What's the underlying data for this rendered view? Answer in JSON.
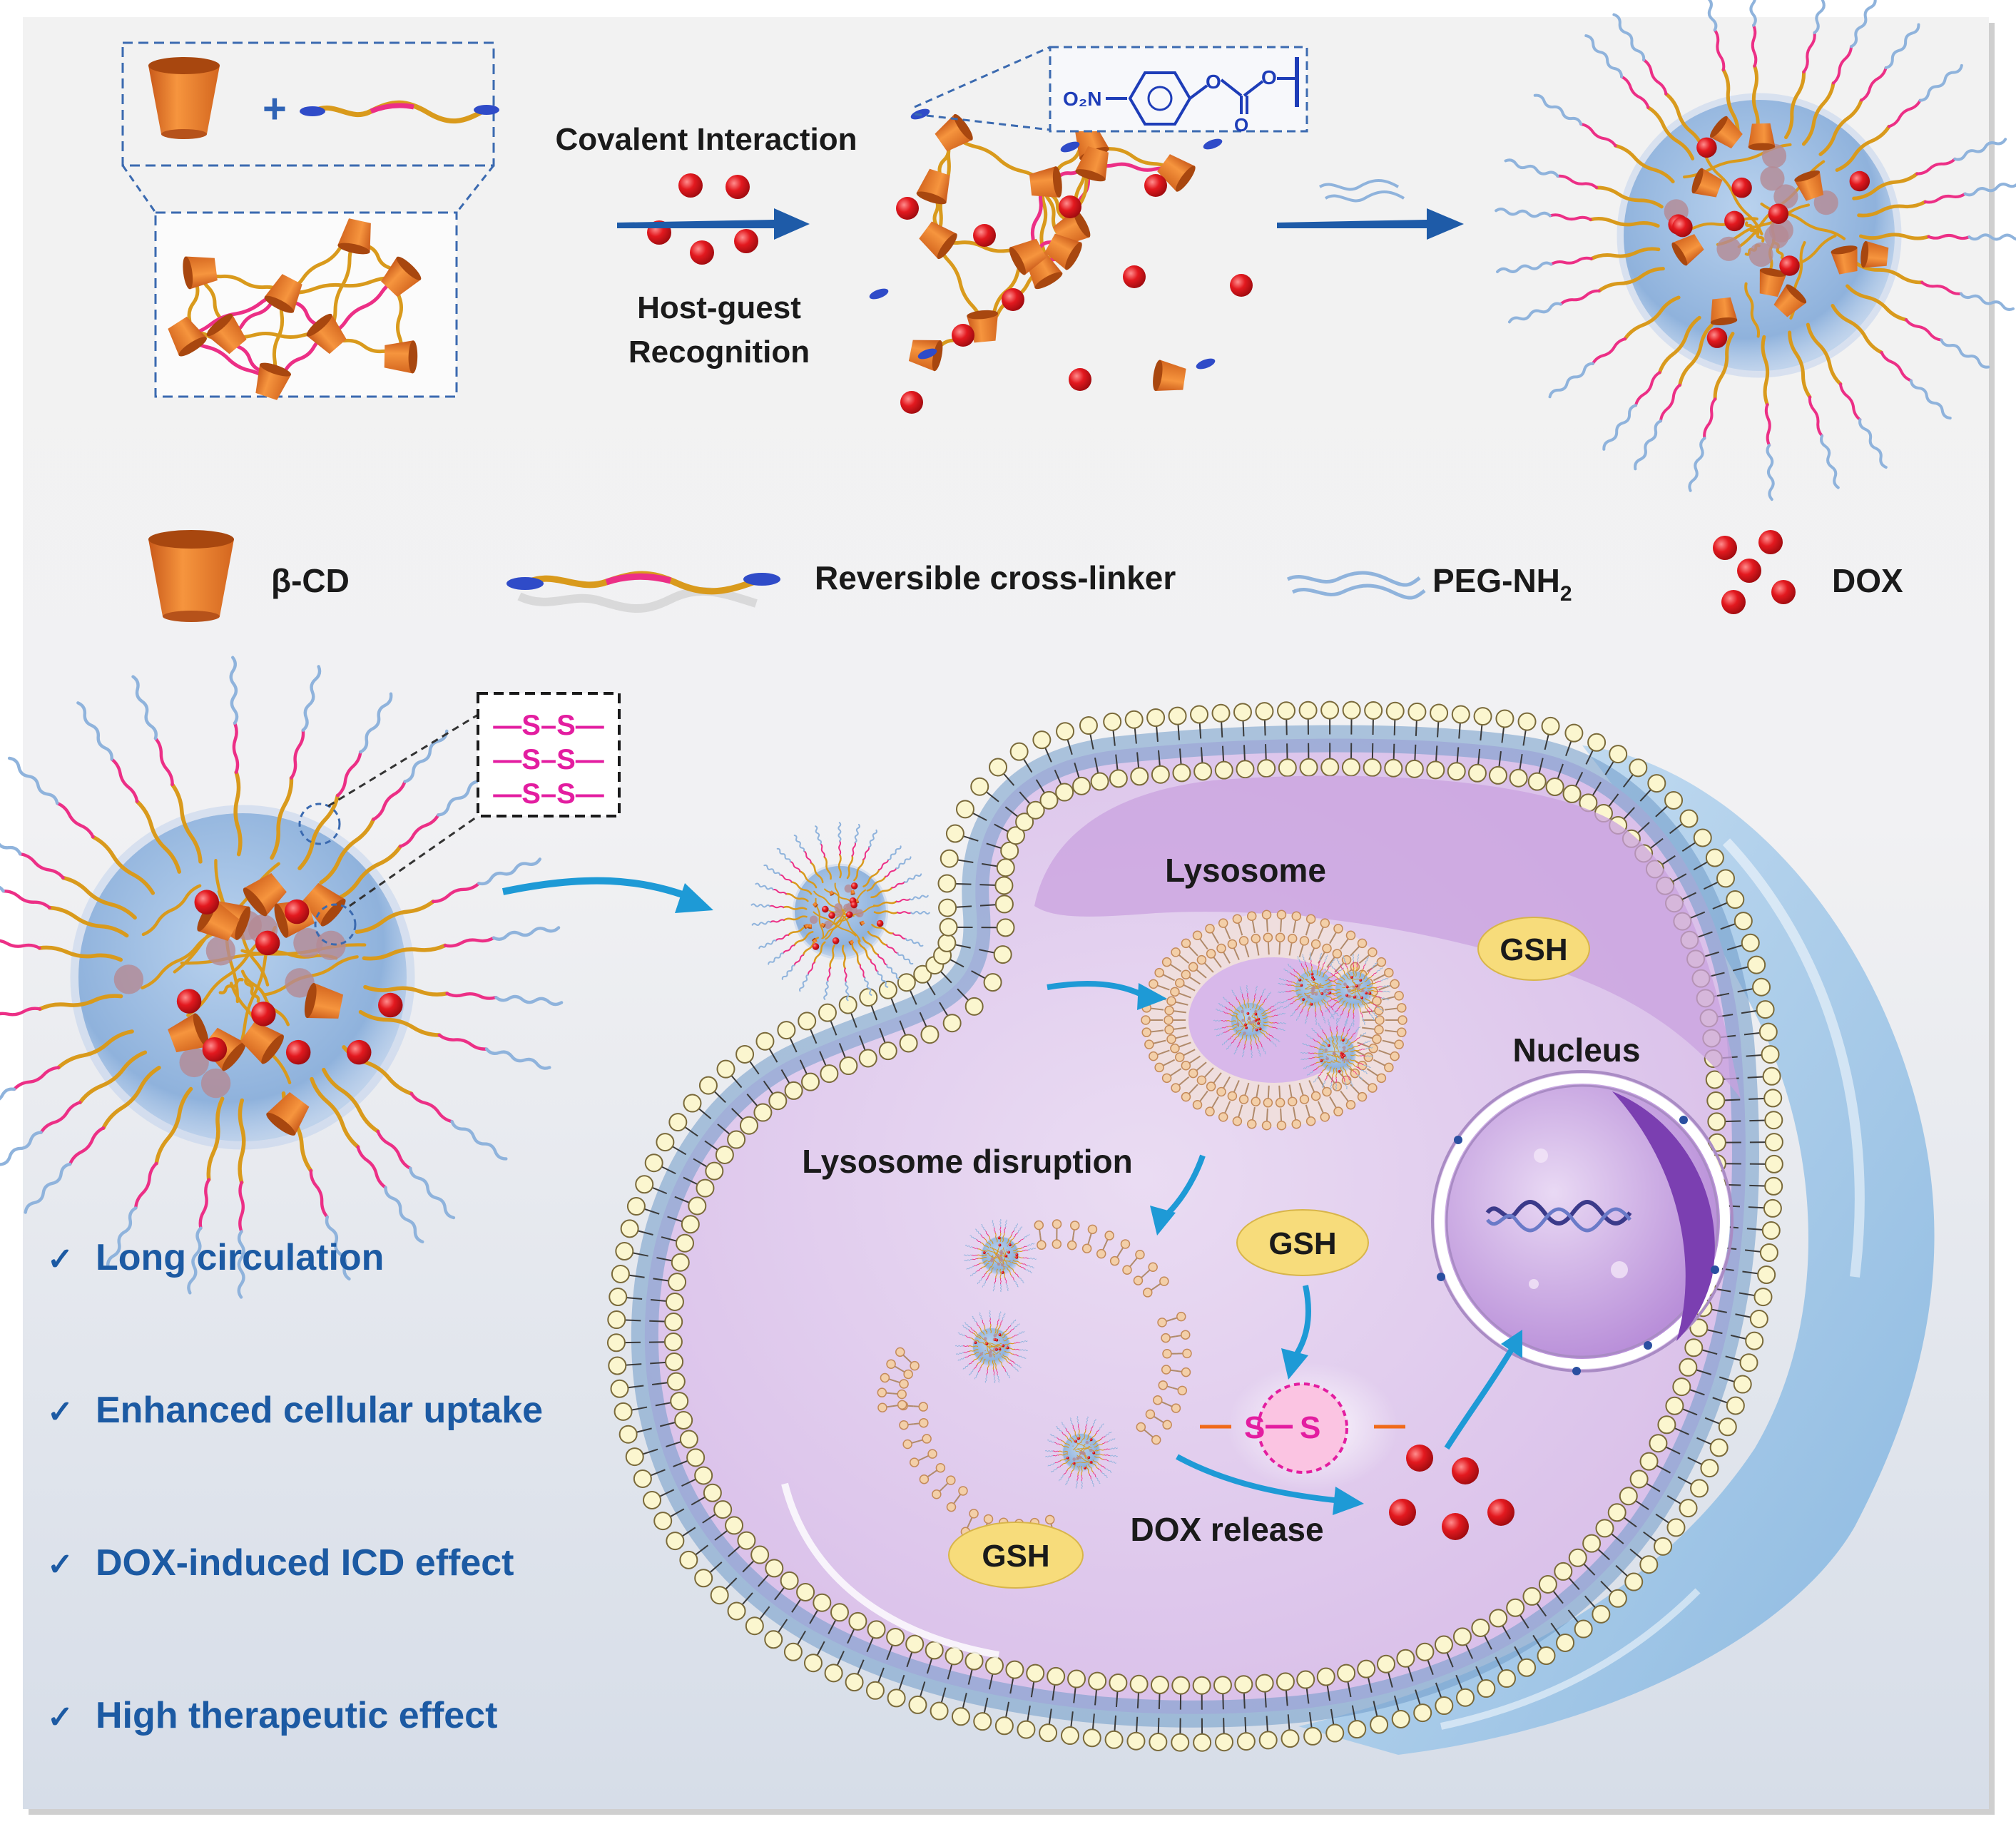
{
  "top": {
    "covalent_label": "Covalent Interaction",
    "hostguest_line1": "Host-guest",
    "hostguest_line2": "Recognition",
    "chem_o2n": "O₂N",
    "chem_o1": "O",
    "chem_o2": "O",
    "chem_o3": "O"
  },
  "legend": {
    "cd": "β-CD",
    "crosslinker": "Reversible cross-linker",
    "peg": "PEG-NH",
    "peg_sub": "2",
    "dox": "DOX"
  },
  "disulfide_box": {
    "rows": [
      "—S–S—",
      "—S–S—",
      "—S–S—"
    ]
  },
  "cell": {
    "lysosome": "Lysosome",
    "nucleus": "Nucleus",
    "disruption": "Lysosome disruption",
    "dox_release": "DOX release",
    "gsh_1": "GSH",
    "gsh_2": "GSH",
    "gsh_3": "GSH",
    "ss_s1": "S",
    "ss_s2": "S"
  },
  "benefits": {
    "check": "✓",
    "items": [
      "Long circulation",
      "Enhanced cellular uptake",
      "DOX-induced ICD effect",
      "High therapeutic effect"
    ]
  },
  "colors": {
    "cd_orange": "#f0822e",
    "linker_gold": "#d99a1c",
    "linker_pink": "#ec2f86",
    "linker_end_blue": "#2f4bc8",
    "peg_blue": "#8fb3dc",
    "dox_red": "#e0171d",
    "arrow_blue": "#1e5ba8",
    "cell_purple": "#e3cdee",
    "membrane_head": "#fbf6cf",
    "gsh_yellow": "#f7dc7b",
    "text_blue": "#1c5aa3"
  }
}
